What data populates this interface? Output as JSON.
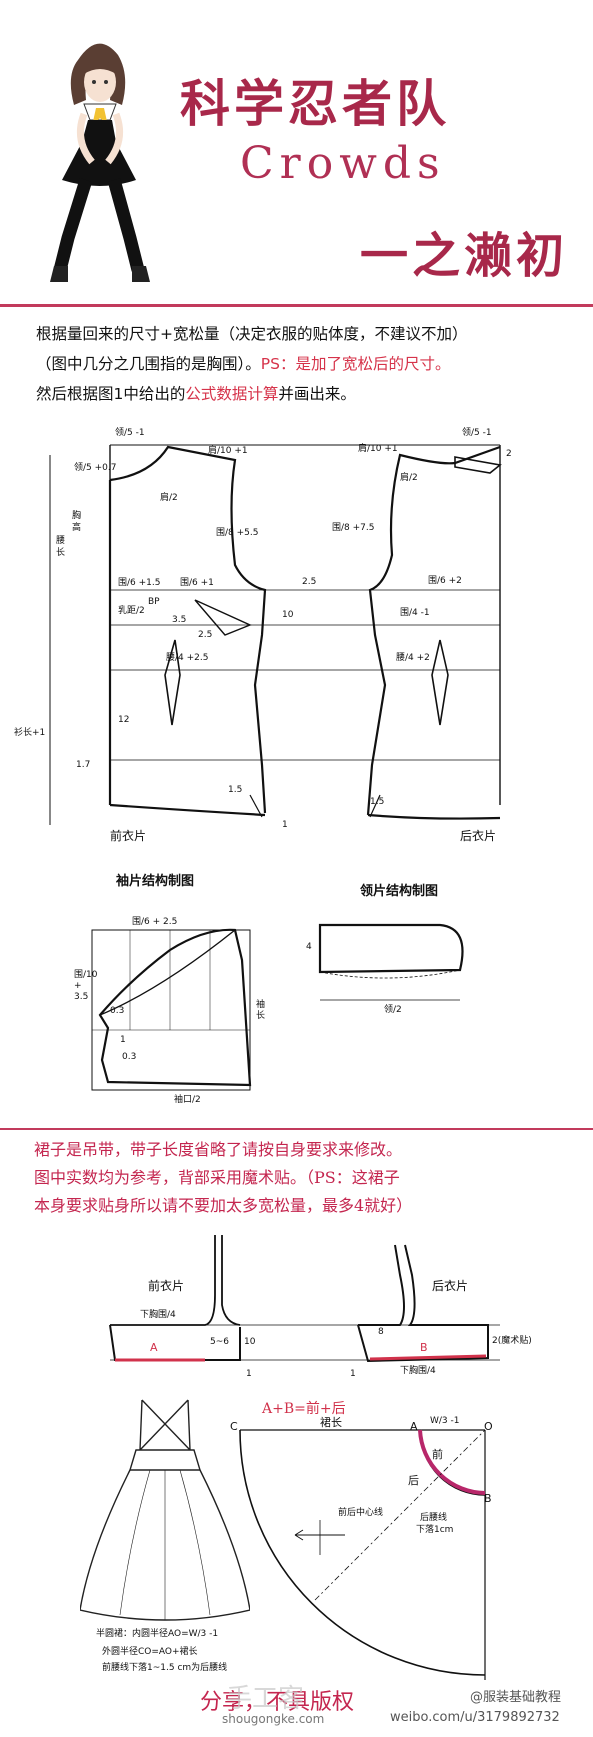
{
  "header": {
    "title": "科学忍者队",
    "subtitle": "Crowds",
    "author": "一之濑初"
  },
  "intro": {
    "line1": "根据量回来的尺寸+宽松量（决定衣服的贴体度，不建议不加）",
    "line2_a": "（图中几分之几围指的是胸围）。",
    "line2_b": "PS：是加了宽松后的尺寸。",
    "line3_a": "然后根据图1中给出的",
    "line3_b": "公式数据计算",
    "line3_c": "并画出来。"
  },
  "bodice": {
    "front_label": "前衣片",
    "back_label": "后衣片",
    "f_neck_top": "领/5 -1",
    "f_neck_side": "领/5 +0.7",
    "f_shoulder": "肩/10 +1",
    "f_shoulder_half": "肩/2",
    "f_waist_len": "腰长",
    "f_chest_h": "胸高",
    "f_armhole": "围/8 +5.5",
    "f_bust_a": "围/6 +1.5",
    "f_bust_b": "围/6 +1",
    "f_dart": "乳距/2",
    "f_bp": "BP",
    "f_35": "3.5",
    "f_25": "2.5",
    "f_waist": "腰/4 +2.5",
    "f_12": "12",
    "f_17": "1.7",
    "f_15": "1.5",
    "f_total": "衫长+1",
    "gap_25": "2.5",
    "gap_10": "10",
    "b_neck": "领/5 -1",
    "b_shoulder": "肩/10 +1",
    "b_shoulder_half": "肩/2",
    "b_2": "2",
    "b_armhole": "围/8 +7.5",
    "b_bust_a": "围/6 +2",
    "b_bust_b": "围/4 -1",
    "b_waist": "腰/4 +2",
    "b_15": "1.5",
    "one": "1"
  },
  "sleeve": {
    "title": "袖片结构制图",
    "top": "围/6 + 2.5",
    "side": "围/10 + 3.5",
    "len": "袖长",
    "v03a": "0.3",
    "v03b": "0.3",
    "v1": "1",
    "bottom": "袖口/2"
  },
  "collar": {
    "title": "领片结构制图",
    "h4": "4",
    "bottom": "领/2"
  },
  "skirt_note": {
    "line1": "裙子是吊带，带子长度省略了请按自身要求来修改。",
    "line2": "图中实数均为参考，背部采用魔术贴。（PS：这裙子",
    "line3": "本身要求贴身所以请不要加太多宽松量，最多4就好）"
  },
  "skirt": {
    "front_label": "前衣片",
    "back_label": "后衣片",
    "front_waist": "下胸围/4",
    "back_waist": "下胸围/4",
    "a": "A",
    "b": "B",
    "s56": "5~6",
    "s10": "10",
    "s8": "8",
    "velcro": "2(魔术贴)",
    "one_a": "1",
    "one_b": "1",
    "eq": "A+B=前+后",
    "circle_c": "C",
    "circle_len": "裙长",
    "circle_a": "A",
    "circle_w": "W/3 -1",
    "circle_o": "O",
    "circle_front": "前",
    "circle_back": "后",
    "circle_b": "B",
    "center_line": "前后中心线",
    "back_waist_line": "后腰线",
    "drop": "下落1cm",
    "formula1": "半圆裙：内圆半径AO=W/3 -1",
    "formula2": "外圆半径CO=AO+裙长",
    "formula3": "前腰线下落1~1.5 cm为后腰线"
  },
  "footer": {
    "share": "分享，不具版权",
    "site": "手工客",
    "site_url": "shougongke.com",
    "weibo": "@服装基础教程",
    "weibo_url": "weibo.com/u/3179892732"
  }
}
